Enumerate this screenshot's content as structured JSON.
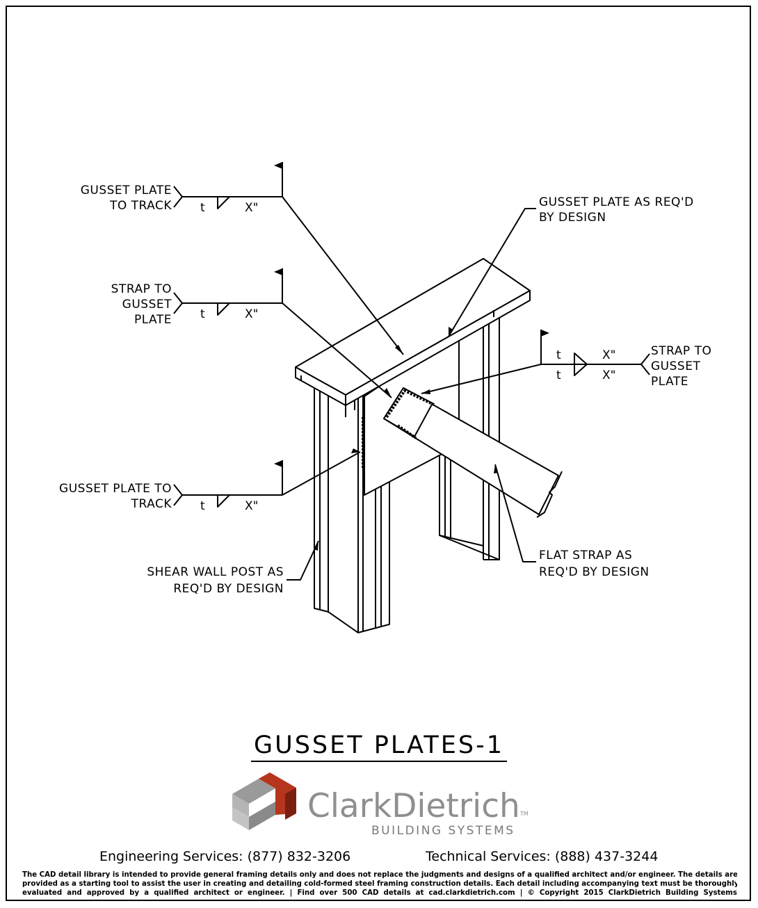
{
  "callouts": {
    "gusset_to_track_top": [
      "GUSSET PLATE",
      "TO TRACK"
    ],
    "strap_to_gusset_left": [
      "STRAP TO",
      "GUSSET",
      "PLATE"
    ],
    "gusset_to_track_bottom": [
      "GUSSET PLATE TO",
      "TRACK"
    ],
    "shear_wall_post": [
      "SHEAR WALL POST AS",
      "REQ'D BY DESIGN"
    ],
    "gusset_as_reqd": [
      "GUSSET PLATE AS REQ'D",
      "BY DESIGN"
    ],
    "strap_to_gusset_right": [
      "STRAP TO",
      "GUSSET",
      "PLATE"
    ],
    "flat_strap": [
      "FLAT STRAP AS",
      "REQ'D BY DESIGN"
    ]
  },
  "weld_symbol": {
    "thickness": "t",
    "size": "X\""
  },
  "title": "GUSSET PLATES-1",
  "brand": {
    "name": "ClarkDietrich",
    "tm": "TM",
    "tagline": "BUILDING SYSTEMS",
    "logo_colors": {
      "red": "#b5351d",
      "dark_red": "#7a1f10",
      "gray": "#9a9a9a",
      "light_gray": "#c4c4c4"
    }
  },
  "contacts": {
    "engineering": "Engineering Services: (877) 832-3206",
    "technical": "Technical Services: (888) 437-3244"
  },
  "disclaimer": [
    "The CAD detail library is intended to provide general framing details only and does not replace the judgments and designs of a qualified architect and/or engineer. The details are",
    "provided as a starting tool to assist the user in creating and detailing cold-formed steel framing construction details. Each detail including accompanying text must be thoroughly",
    "evaluated and approved by a qualified architect or engineer.    |    Find over 500 CAD details at cad.clarkdietrich.com    |    © Copyright 2015 ClarkDietrich Building Systems"
  ]
}
